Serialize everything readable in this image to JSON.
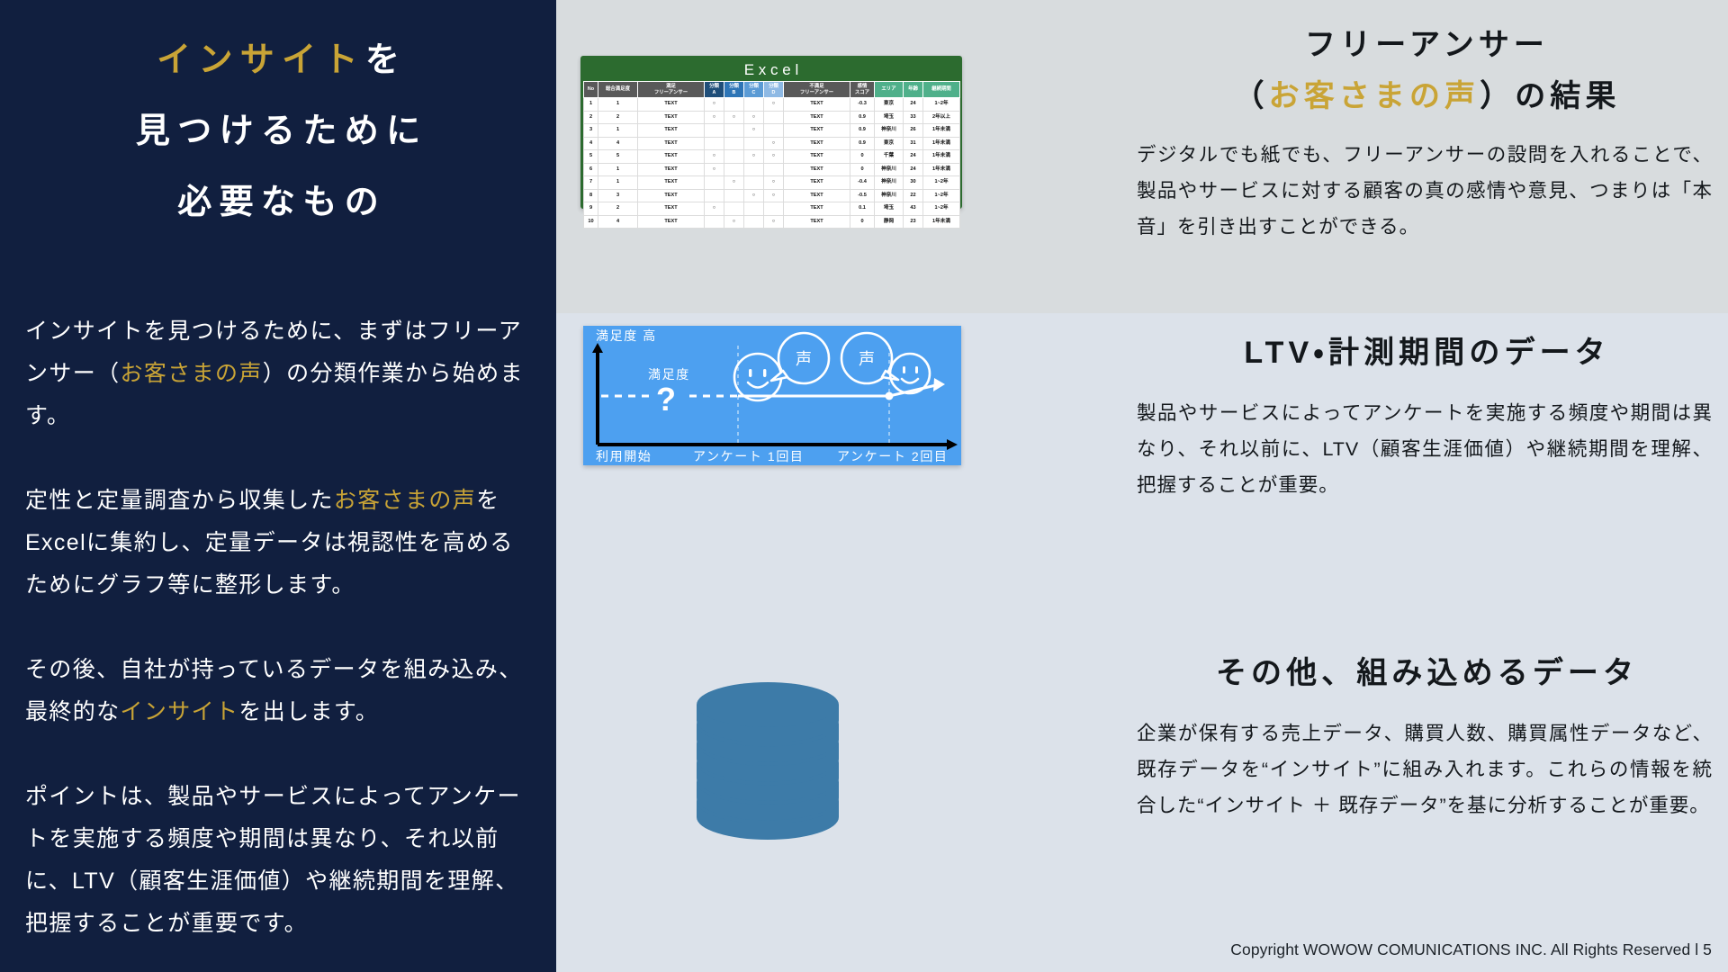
{
  "left": {
    "title_lines": [
      {
        "gold": "インサイト",
        "white": "を"
      },
      {
        "gold": "",
        "white": "見つけるために"
      },
      {
        "gold": "",
        "white": "必要なもの"
      }
    ],
    "paragraphs": [
      [
        {
          "text": "インサイトを見つけるために、まずはフリーアンサー（",
          "color": "white"
        },
        {
          "text": "お客さまの声",
          "color": "gold"
        },
        {
          "text": "）の分類作業から始めます。",
          "color": "white"
        }
      ],
      [
        {
          "text": "定性と定量調査から収集した",
          "color": "white"
        },
        {
          "text": "お客さまの声",
          "color": "gold"
        },
        {
          "text": "をExcelに集約し、定量データは視認性を高めるためにグラフ等に整形します。",
          "color": "white"
        }
      ],
      [
        {
          "text": "その後、自社が持っているデータを組み込み、最終的な",
          "color": "white"
        },
        {
          "text": "インサイト",
          "color": "gold"
        },
        {
          "text": "を出します。",
          "color": "white"
        }
      ],
      [
        {
          "text": "ポイントは、製品やサービスによってアンケートを実施する頻度や期間は異なり、それ以前に、LTV（顧客生涯価値）や継続期間を理解、把握することが重要です。",
          "color": "white"
        }
      ]
    ]
  },
  "sections": [
    {
      "heading_line1": "フリーアンサー",
      "heading_line2_pre": "（",
      "heading_line2_gold": "お客さまの声",
      "heading_line2_post": "）の結果",
      "body": "デジタルでも紙でも、フリーアンサーの設問を入れることで、製品やサービスに対する顧客の真の感情や意見、つまりは「本音」を引き出すことができる。"
    },
    {
      "heading_line1": "LTV・計測期間のデータ",
      "body": "製品やサービスによってアンケートを実施する頻度や期間は異なり、それ以前に、LTV（顧客生涯価値）や継続期間を理解、把握することが重要。"
    },
    {
      "heading_line1": "その他、組み込めるデータ",
      "body": "企業が保有する売上データ、購買人数、購買属性データなど、既存データを“インサイト”に組み入れます。これらの情報を統合した“インサイト ＋ 既存データ”を基に分析することが重要。"
    }
  ],
  "excel": {
    "title": "Excel",
    "columns": [
      {
        "label": "No",
        "style": "h-gray"
      },
      {
        "label": "総合満足度",
        "style": "h-gray"
      },
      {
        "label": "満足\nフリーアンサー",
        "style": "h-gray"
      },
      {
        "label": "分類\nA",
        "style": "h-a"
      },
      {
        "label": "分類\nB",
        "style": "h-b"
      },
      {
        "label": "分類\nC",
        "style": "h-c"
      },
      {
        "label": "分類\nD",
        "style": "h-d"
      },
      {
        "label": "不満足\nフリーアンサー",
        "style": "h-gray"
      },
      {
        "label": "感情\nスコア",
        "style": "h-gray"
      },
      {
        "label": "エリア",
        "style": "h-green"
      },
      {
        "label": "年齢",
        "style": "h-green"
      },
      {
        "label": "継続期間",
        "style": "h-green"
      }
    ],
    "circle_glyph": "○",
    "rows": [
      [
        "1",
        "1",
        "TEXT",
        "○",
        "",
        "",
        "○",
        "TEXT",
        "-0.3",
        "東京",
        "24",
        "1~2年"
      ],
      [
        "2",
        "2",
        "TEXT",
        "○",
        "○",
        "○",
        "",
        "TEXT",
        "0.9",
        "埼玉",
        "33",
        "2年以上"
      ],
      [
        "3",
        "1",
        "TEXT",
        "",
        "",
        "○",
        "",
        "TEXT",
        "0.9",
        "神奈川",
        "26",
        "1年未満"
      ],
      [
        "4",
        "4",
        "TEXT",
        "",
        "",
        "",
        "○",
        "TEXT",
        "0.9",
        "東京",
        "31",
        "1年未満"
      ],
      [
        "5",
        "5",
        "TEXT",
        "○",
        "",
        "○",
        "○",
        "TEXT",
        "0",
        "千葉",
        "24",
        "1年未満"
      ],
      [
        "6",
        "1",
        "TEXT",
        "○",
        "",
        "",
        "",
        "TEXT",
        "0",
        "神奈川",
        "24",
        "1年未満"
      ],
      [
        "7",
        "1",
        "TEXT",
        "",
        "○",
        "",
        "○",
        "TEXT",
        "-0.4",
        "神奈川",
        "30",
        "1~2年"
      ],
      [
        "8",
        "3",
        "TEXT",
        "",
        "",
        "○",
        "○",
        "TEXT",
        "-0.5",
        "神奈川",
        "22",
        "1~2年"
      ],
      [
        "9",
        "2",
        "TEXT",
        "○",
        "",
        "",
        "",
        "TEXT",
        "0.1",
        "埼玉",
        "43",
        "1~2年"
      ],
      [
        "10",
        "4",
        "TEXT",
        "",
        "○",
        "",
        "○",
        "TEXT",
        "0",
        "静岡",
        "23",
        "1年未満"
      ]
    ]
  },
  "ltv_diagram": {
    "y_axis_label": "満足度 高",
    "question_label": "満足度",
    "question_mark": "?",
    "bubble_text": "声",
    "x_labels": [
      "利用開始",
      "アンケート 1回目",
      "アンケート 2回目"
    ],
    "background_color": "#4da0f0"
  },
  "db_icon": {
    "name": "database-cylinder",
    "color": "#3d7ba8",
    "disk_count": 6
  },
  "footer": {
    "copyright": "Copyright WOWOW COMUNICATIONS INC. All Rights Reserved l  5"
  },
  "colors": {
    "navy": "#111f3f",
    "gold": "#c9a436",
    "band_top": "#d8dcde",
    "band_bottom": "#dce2ea",
    "excel_green": "#2c6b2f"
  }
}
